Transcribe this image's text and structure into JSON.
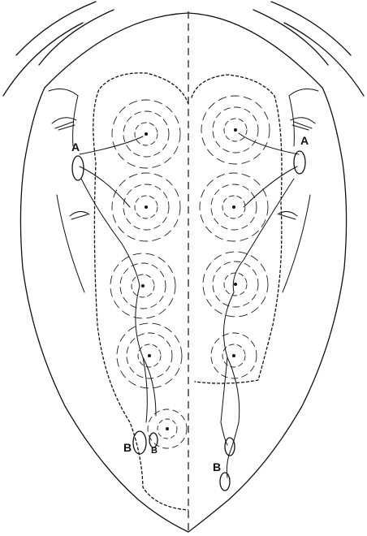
{
  "labels": {
    "node_upper_left": "A",
    "node_upper_right": "A",
    "node_lower_left": "B",
    "node_lower_left_small": "B",
    "node_lower_right": "B"
  },
  "colors": {
    "ink": "#111111",
    "paper": "#ffffff"
  }
}
